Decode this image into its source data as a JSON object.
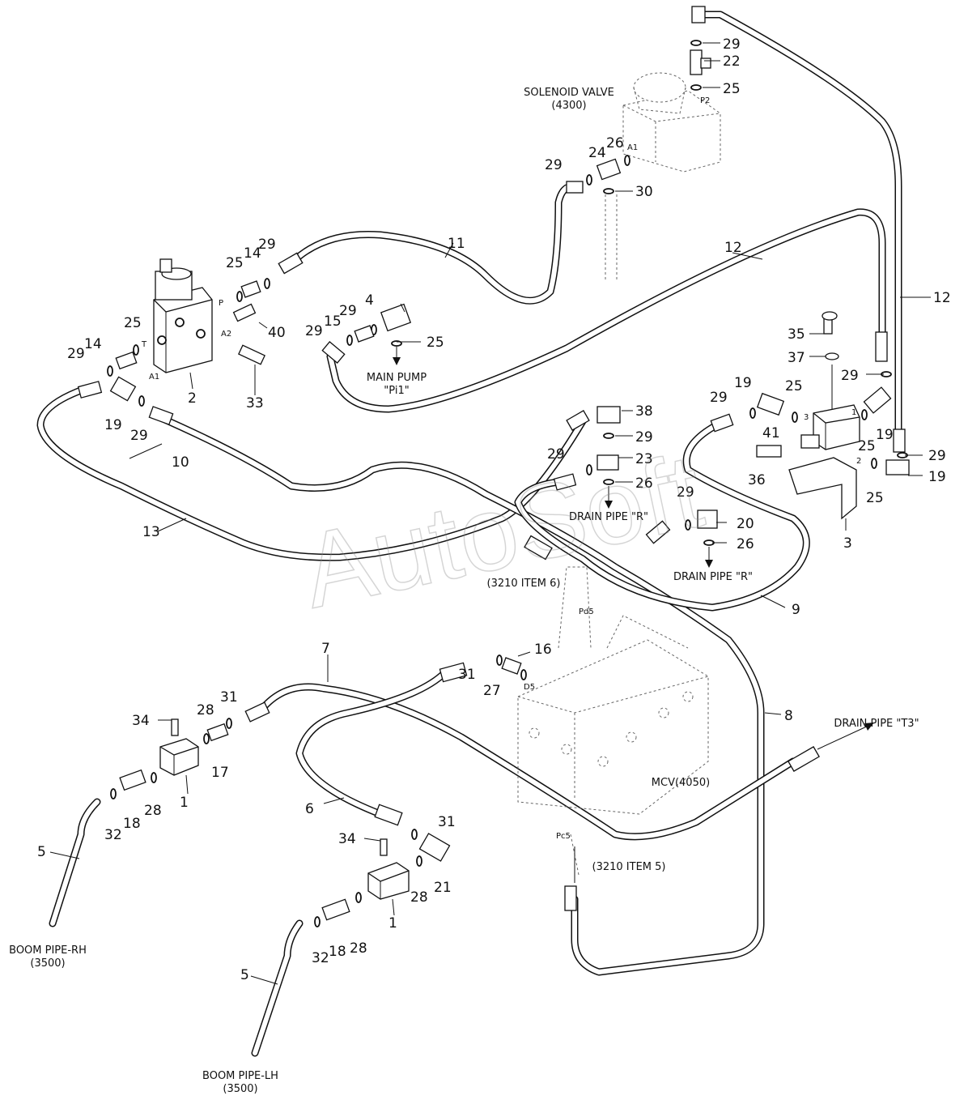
{
  "watermark": "AutoSoft",
  "captions": {
    "solenoid_valve": [
      "SOLENOID VALVE",
      "(4300)"
    ],
    "main_pump": [
      "MAIN PUMP",
      "\"Pi1\""
    ],
    "drain_r_upper": "DRAIN PIPE \"R\"",
    "drain_r_lower": "DRAIN PIPE \"R\"",
    "item6": "(3210 ITEM 6)",
    "item5": "(3210 ITEM 5)",
    "mcv": "MCV(4050)",
    "drain_t3": "DRAIN PIPE \"T3\"",
    "boom_rh": [
      "BOOM PIPE-RH",
      "(3500)"
    ],
    "boom_lh": [
      "BOOM PIPE-LH",
      "(3500)"
    ]
  },
  "port_marks": {
    "p": "P",
    "t": "T",
    "a1_left": "A1",
    "a2": "A2",
    "p2": "P2",
    "a1_top": "A1",
    "pd5": "Pd5",
    "d5": "D5",
    "pc5": "Pc5",
    "port1": "1",
    "port2": "2",
    "port3": "3"
  },
  "part_numbers": {
    "n29_top": "29",
    "n22": "22",
    "n25_top": "25",
    "n26_sv": "26",
    "n24": "24",
    "n29_sv": "29",
    "n30": "30",
    "n12_mid": "12",
    "n12_right": "12",
    "n11": "11",
    "n25_a": "25",
    "n14_a": "14",
    "n29_a": "29",
    "n40": "40",
    "n33": "33",
    "n2": "2",
    "n25_b": "25",
    "n14_b": "14",
    "n29_b": "29",
    "n19_a": "19",
    "n29_c": "29",
    "n4": "4",
    "n29_d": "29",
    "n15": "15",
    "n29_e": "29",
    "n25_c": "25",
    "n35": "35",
    "n37": "37",
    "n29_f": "29",
    "n19_b": "19",
    "n25_d": "25",
    "n29_g": "29",
    "n41": "41",
    "n25_e": "25",
    "n19_c": "19",
    "n36": "36",
    "n25_f": "25",
    "n29_h": "29",
    "n19_d": "19",
    "n3": "3",
    "n38": "38",
    "n29_i": "29",
    "n29_j": "29",
    "n23": "23",
    "n26_a": "26",
    "n29_k": "29",
    "n20": "20",
    "n26_b": "26",
    "n10": "10",
    "n13": "13",
    "n9": "9",
    "n8": "8",
    "n7": "7",
    "n16": "16",
    "n31_a": "31",
    "n27": "27",
    "n34_a": "34",
    "n28_a": "28",
    "n31_b": "31",
    "n17": "17",
    "n1_a": "1",
    "n28_b": "28",
    "n18_a": "18",
    "n32_a": "32",
    "n5_a": "5",
    "n6": "6",
    "n31_c": "31",
    "n34_b": "34",
    "n21": "21",
    "n28_c": "28",
    "n1_b": "1",
    "n28_d": "28",
    "n18_b": "18",
    "n32_b": "32",
    "n5_b": "5"
  }
}
